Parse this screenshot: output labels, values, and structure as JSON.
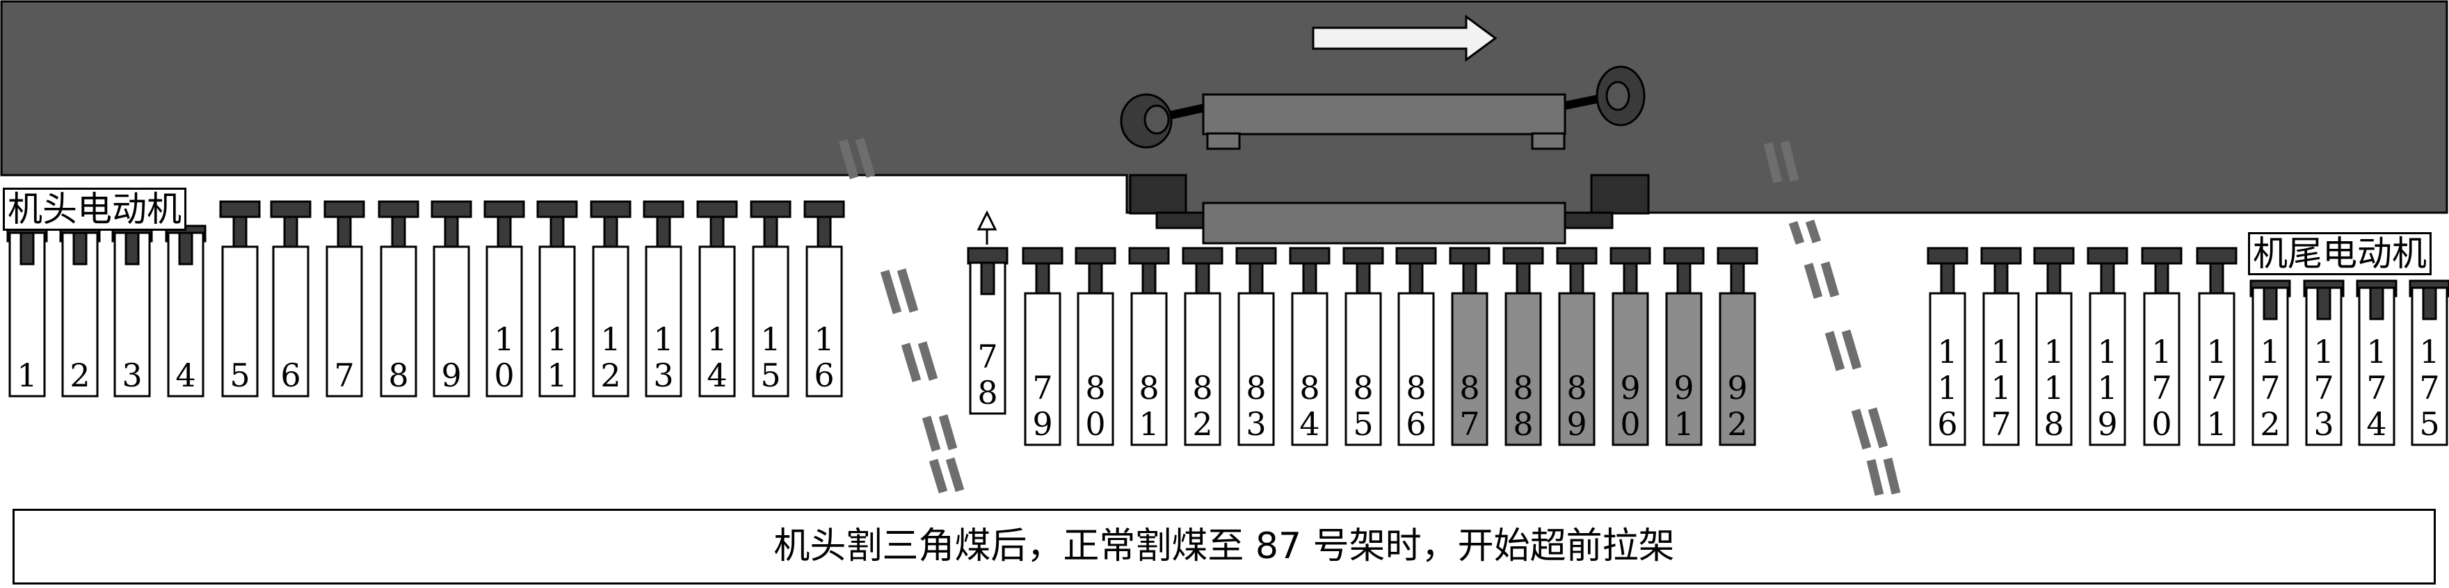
{
  "labels": {
    "head_motor": "机头电动机",
    "tail_motor": "机尾电动机"
  },
  "caption": "机头割三角煤后，正常割煤至 87 号架时，开始超前拉架",
  "supports": {
    "group1": [
      "1",
      "2",
      "3",
      "4",
      "5",
      "6",
      "7",
      "8",
      "9",
      "10",
      "11",
      "12",
      "13",
      "14",
      "15",
      "16"
    ],
    "group2": [
      "78",
      "79",
      "80",
      "81",
      "82",
      "83",
      "84",
      "85",
      "86",
      "87",
      "88",
      "89",
      "90",
      "91",
      "92"
    ],
    "group3": [
      "116",
      "117",
      "118",
      "119",
      "170",
      "171",
      "172",
      "173",
      "174",
      "175"
    ]
  },
  "highlighted_supports": [
    "87",
    "88",
    "89",
    "90",
    "91",
    "92"
  ],
  "colors": {
    "coal_seam": "#595959",
    "support_body": "#ffffff",
    "support_highlight": "#8c8c8c",
    "support_top": "#3a3a3a",
    "shearer_body": "#737373",
    "outline": "#000000"
  }
}
